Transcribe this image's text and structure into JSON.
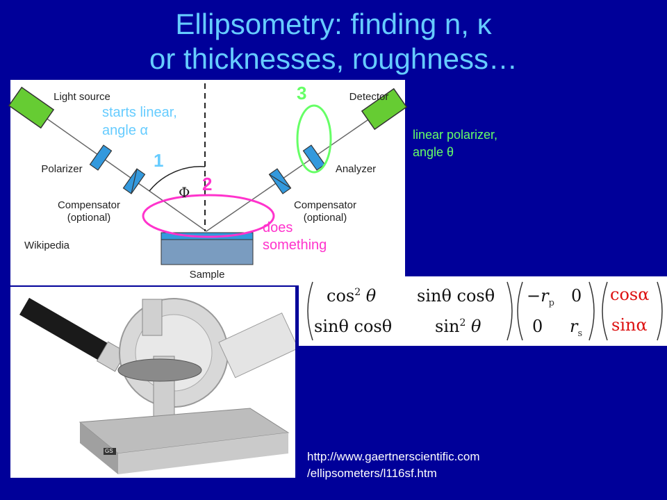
{
  "title": {
    "line1": "Ellipsometry: finding n, κ",
    "line2": "or thicknesses, roughness…"
  },
  "diagram": {
    "light_source": "Light source",
    "detector": "Detector",
    "polarizer": "Polarizer",
    "analyzer": "Analyzer",
    "compensator_left_1": "Compensator",
    "compensator_left_2": "(optional)",
    "compensator_right_1": "Compensator",
    "compensator_right_2": "(optional)",
    "sample": "Sample",
    "phi": "Φ",
    "credit": "Wikipedia",
    "step1": "1",
    "step2": "2",
    "step3": "3",
    "starts_linear_1": "starts linear,",
    "starts_linear_2": "angle α",
    "does_something_1": "does",
    "does_something_2": "something",
    "colors": {
      "source_box": "#66cc33",
      "optic": "#3399dd",
      "sample": "#7a9cc0",
      "ellipse_green": "#66ff66",
      "ellipse_magenta": "#ff33cc"
    }
  },
  "annotations": {
    "linear_polarizer_1": "linear polarizer,",
    "linear_polarizer_2": "angle θ"
  },
  "matrix": {
    "m11": "cos",
    "m11_exp": "2",
    "m11_var": "θ",
    "m12": "sinθ cosθ",
    "m21": "sinθ cosθ",
    "m22": "sin",
    "m22_exp": "2",
    "m22_var": "θ",
    "s11": "−r",
    "s11_sub": "p",
    "s12": "0",
    "s21": "0",
    "s22": "r",
    "s22_sub": "s",
    "v1": "cosα",
    "v2": "sinα"
  },
  "photo": {
    "logo_text": "GS"
  },
  "url": {
    "line1": "http://www.gaertnerscientific.com",
    "line2": "/ellipsometers/l116sf.htm"
  }
}
